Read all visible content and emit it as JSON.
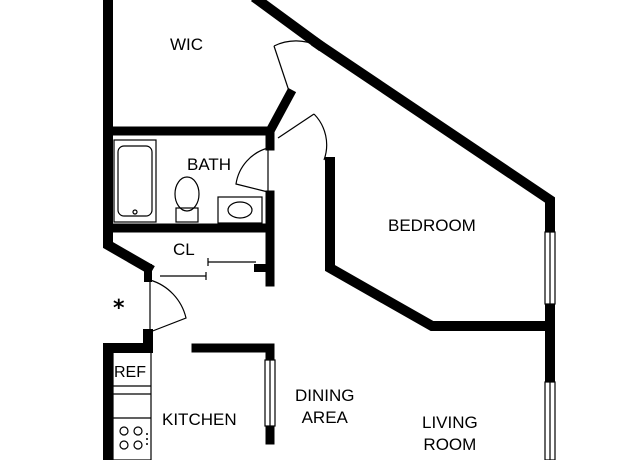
{
  "rooms": {
    "wic": "WIC",
    "bath": "BATH",
    "bedroom": "BEDROOM",
    "closet": "CL",
    "fridge": "REF",
    "kitchen": "KITCHEN",
    "dining_line1": "DINING",
    "dining_line2": "AREA",
    "living_line1": "LIVING",
    "living_line2": "ROOM"
  },
  "marker": "*"
}
